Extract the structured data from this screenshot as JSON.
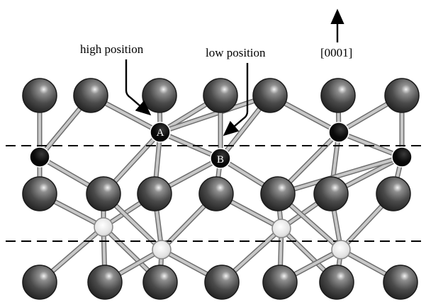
{
  "labels": {
    "high": "high position",
    "low": "low position",
    "direction": "[0001]",
    "site_a": "A",
    "site_b": "B"
  },
  "colors": {
    "large_atom": "#4a4a4a",
    "small_dark_atom": "#050505",
    "small_light_atom": "#d9d9d9",
    "bond": "#c8c8c8",
    "dashed_line": "#000000"
  },
  "icons": {
    "arrow": "arrow-icon",
    "large_atom": "large-atom-icon",
    "interstitial_atom": "interstitial-atom-icon"
  }
}
